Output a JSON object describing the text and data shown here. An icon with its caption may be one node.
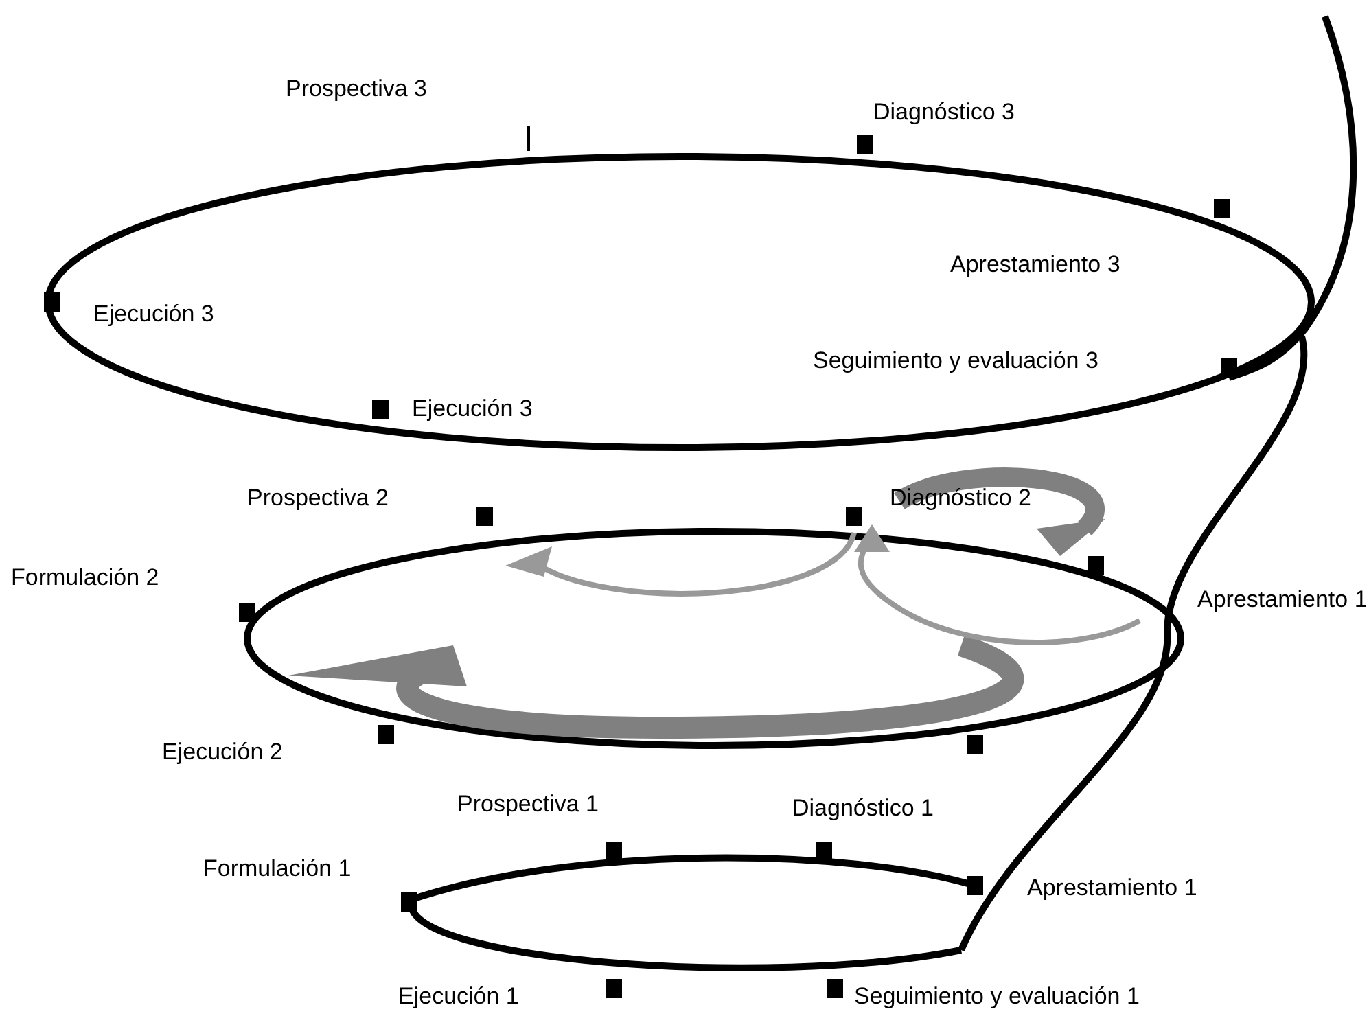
{
  "diagram": {
    "labels": [
      "Prospectiva 3",
      "Diagnóstico 3",
      "Aprestamiento 3",
      "Ejecución 3",
      "Seguimiento y evaluación 3",
      "Ejecución 3",
      "Prospectiva 2",
      "Diagnóstico 2",
      "Formulación 2",
      "Aprestamiento 1",
      "Ejecución 2",
      "Prospectiva 1",
      "Diagnóstico 1",
      "Formulación 1",
      "Aprestamiento 1",
      "Ejecución 1",
      "Seguimiento y evaluación 1"
    ]
  }
}
